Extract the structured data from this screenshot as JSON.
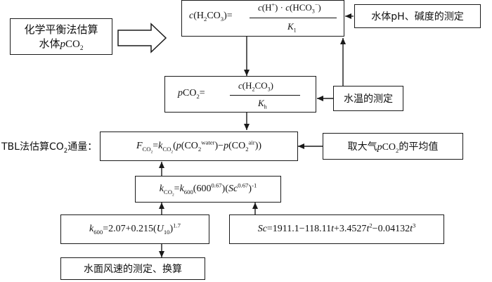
{
  "left_label": {
    "line1": "化学平衡法估算",
    "line2_prefix": "水体",
    "line2_var": "p",
    "line2_suffix": "CO",
    "line2_sub": "2"
  },
  "eq_h2co3": {
    "lhs": "c(H₂CO₃)=",
    "numerator": "c(H⁺) · c(HCO₃⁻)",
    "denominator_var": "K",
    "denominator_sub": "1"
  },
  "ph_box": "水体pH、碱度的测定",
  "eq_pco2": {
    "lhs": "pCO₂=",
    "numerator": "c(H₂CO₃)",
    "denominator_var": "K",
    "denominator_sub": "h"
  },
  "temp_box": "水温的测定",
  "tbl_label": "TBL法估算CO₂通量：",
  "eq_flux": "F_CO₂ = k_CO₂ (p(CO₂^water) − p(CO₂^air))",
  "air_box": {
    "prefix": "取大气",
    "var": "p",
    "suffix": "CO",
    "sub": "2",
    "tail": "的平均值"
  },
  "eq_k": "k_CO₂ = k₆₀₀(600^0.67)(Sc^0.67)^-1",
  "eq_k600": "k₆₀₀ = 2.07 + 0.215(U₁₀)^1.7",
  "eq_sc": "Sc = 1911.1 − 118.11t + 3.4527t² − 0.04132t³",
  "wind_box": "水面风速的测定、换算",
  "colors": {
    "line": "#1a1a1a",
    "background": "#ffffff"
  }
}
